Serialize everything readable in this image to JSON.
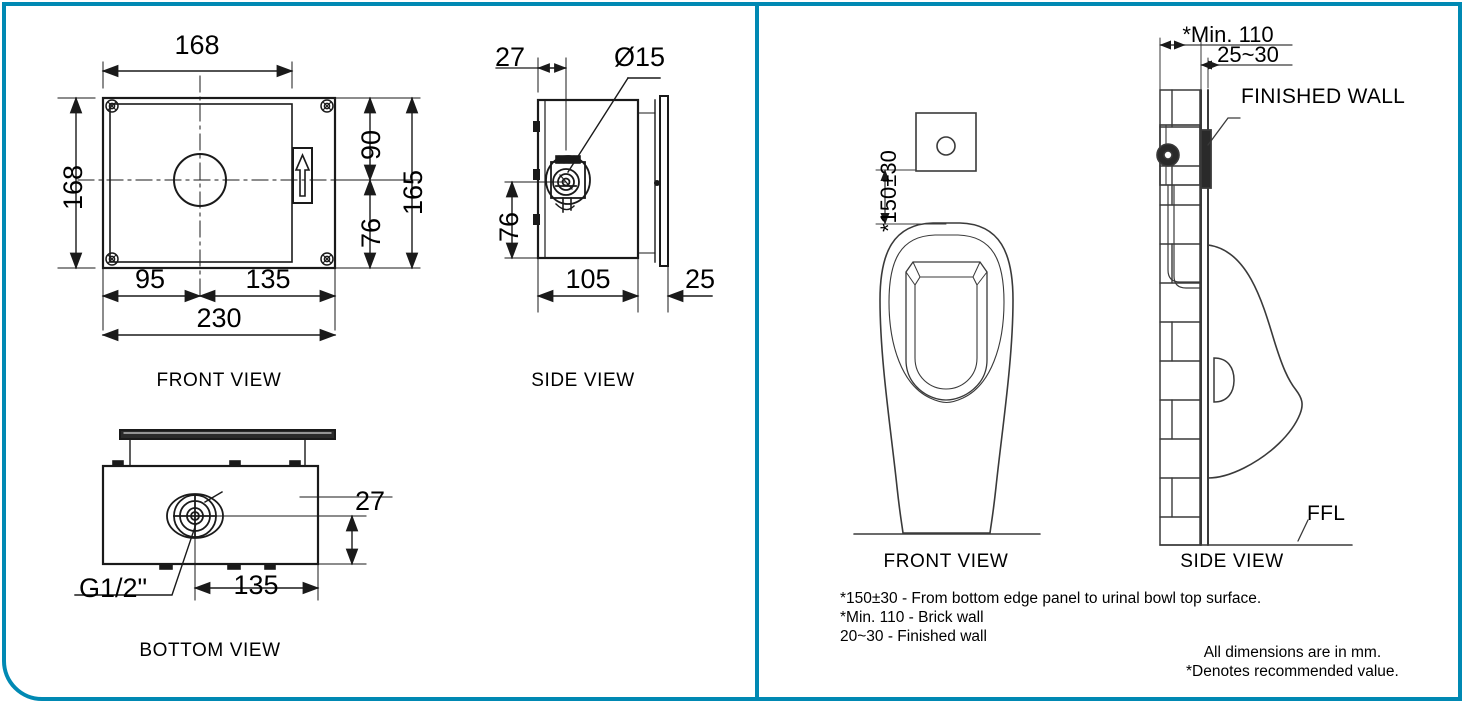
{
  "sheet": {
    "title": "Sensor Flush Valve and Urinal Installation Drawing",
    "frame_color": "#0089b3",
    "line_color": "#1a1a1a",
    "background": "#ffffff"
  },
  "left_panel": {
    "front_view": {
      "label": "FRONT VIEW",
      "dimensions": {
        "top_width": "168",
        "left_height": "168",
        "right_upper": "90",
        "right_lower": "76",
        "right_total": "165",
        "bottom_left": "95",
        "bottom_right": "135",
        "overall_width": "230"
      }
    },
    "side_view": {
      "label": "SIDE VIEW",
      "dimensions": {
        "top_offset": "27",
        "hole_diameter": "Ø15",
        "height_to_centre": "76",
        "body_depth": "105",
        "plate_offset": "25"
      }
    },
    "bottom_view": {
      "label": "BOTTOM VIEW",
      "dimensions": {
        "edge_offset": "27",
        "centre_to_edge": "135",
        "thread_callout": "G1/2\""
      }
    }
  },
  "right_panel": {
    "front_view": {
      "label": "FRONT VIEW",
      "dimensions": {
        "panel_to_bowl": "*150±30"
      }
    },
    "side_view": {
      "label": "SIDE VIEW",
      "dimensions": {
        "brick_wall": "*Min. 110",
        "finished_wall": "25~30"
      },
      "callouts": {
        "finished_wall": "FINISHED WALL",
        "floor_level": "FFL"
      }
    },
    "notes": [
      "*150±30 - From bottom edge panel to urinal bowl top surface.",
      "*Min. 110 - Brick wall",
      " 20~30 - Finished wall"
    ],
    "footnotes": [
      "All dimensions are in mm.",
      "*Denotes recommended value."
    ]
  }
}
